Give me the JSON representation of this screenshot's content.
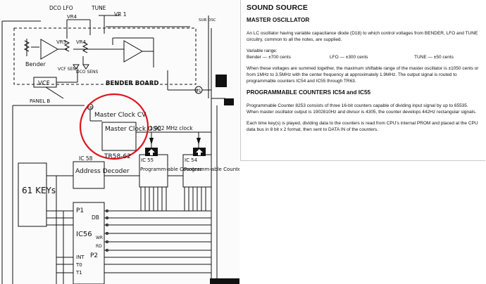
{
  "schematic": {
    "labels": {
      "dco_lfo": "DCO LFO",
      "vr4_top": "VR4",
      "tune": "TUNE",
      "vr1": "VR 1",
      "sub_osc": "SUB OSC",
      "vr5": "VR5",
      "vr4": "VR4",
      "bender": "Bender",
      "vcf_sens": "VCF SENS",
      "dco_sens": "DCO SENS",
      "bender_board": "BENDER BOARD",
      "vcf": "VCF",
      "panel_b": "PANEL B",
      "conn_21": "21",
      "conn_58": "58",
      "master_clock_cv": "Master Clock CV",
      "master_clock_osc": "Master Clock OSC",
      "tr58": "TR58-62",
      "freq": "1.902 MHz clock",
      "ic58": "IC 58",
      "address_decoder": "Address Decoder",
      "ic55": "IC 55",
      "ic54": "IC 54",
      "prog_counters_1": "Programm-able Counters",
      "prog_counters_2": "Programm-able Counters",
      "keys": "61 KEYs",
      "p1": "P1",
      "db": "DB",
      "ic56": "IC56",
      "wr": "WR",
      "rd": "RD",
      "p2": "P2",
      "int": "INT",
      "t0": "T0",
      "t1": "T1"
    },
    "highlight_color": "#e0141e"
  },
  "article": {
    "title": "SOUND SOURCE",
    "section1": "MASTER OSCILLATOR",
    "para1": "An LC oscillator having variable capacitance diode (D18) to which control voltages from BENDER, LFO and TUNE circuitry, common to all the notes, are supplied.",
    "variable_range": "Variable range:",
    "range_bender": "Bender — ±700 cents",
    "range_lfo": "LFO — ±300 cents",
    "range_tune": "TUNE — ±50 cents",
    "para2": "When these voltages are summed together, the maximum shiftable range of the master oscillator is ±1050 cents or from 1MHz to 3.5MHz with the center frequency at approximately 1.9MHz. The output signal is routed to programmable counters IC54 and IC55 through TR63.",
    "section2": "PROGRAMMABLE COUNTERS IC54 and IC55",
    "para3": "Programmable Counter 8253 consists of three 16-bit counters capable of dividing input signal by up to 65535. When master oscillator output is 1902810Hz and divisor is 4305, the counter develops 442Hz rectangular signals.",
    "para4": "Each time key(s) is played, dividing data to the counters is read from CPU's internal PROM and placed at the CPU data bus in 8 bit x 2 format, then sent to DATA IN of the counters."
  }
}
